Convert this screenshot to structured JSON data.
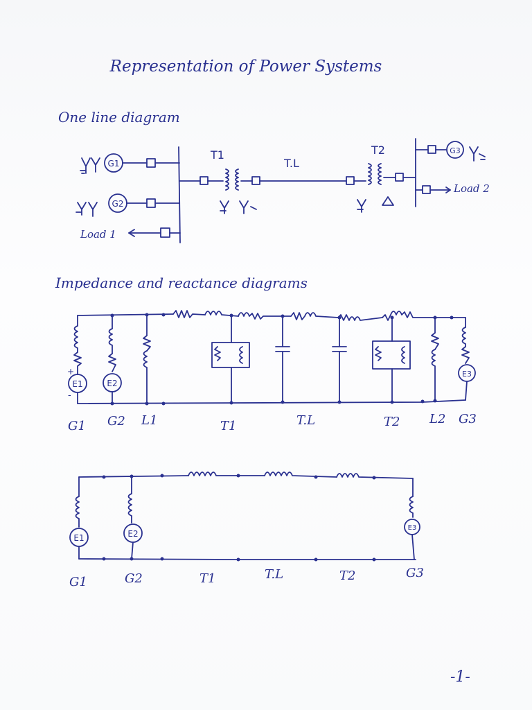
{
  "page_title": "Representation of Power Systems",
  "sections": {
    "one_line": "One line diagram",
    "impedance": "Impedance and reactance diagrams"
  },
  "one_line": {
    "g1": "G1",
    "g2": "G2",
    "g3": "G3",
    "t1": "T1",
    "t2": "T2",
    "tl": "T.L",
    "load1": "Load 1",
    "load2": "Load 2"
  },
  "impedance_labels": [
    "G1",
    "G2",
    "L1",
    "T1",
    "T.L",
    "T2",
    "L2",
    "G3"
  ],
  "sources_top": [
    "E1",
    "E2",
    "E3"
  ],
  "reactance_labels": [
    "G1",
    "G2",
    "T1",
    "T.L",
    "T2",
    "G3"
  ],
  "sources_bottom": [
    "E1",
    "E2",
    "E3"
  ],
  "page_number": "-1-"
}
